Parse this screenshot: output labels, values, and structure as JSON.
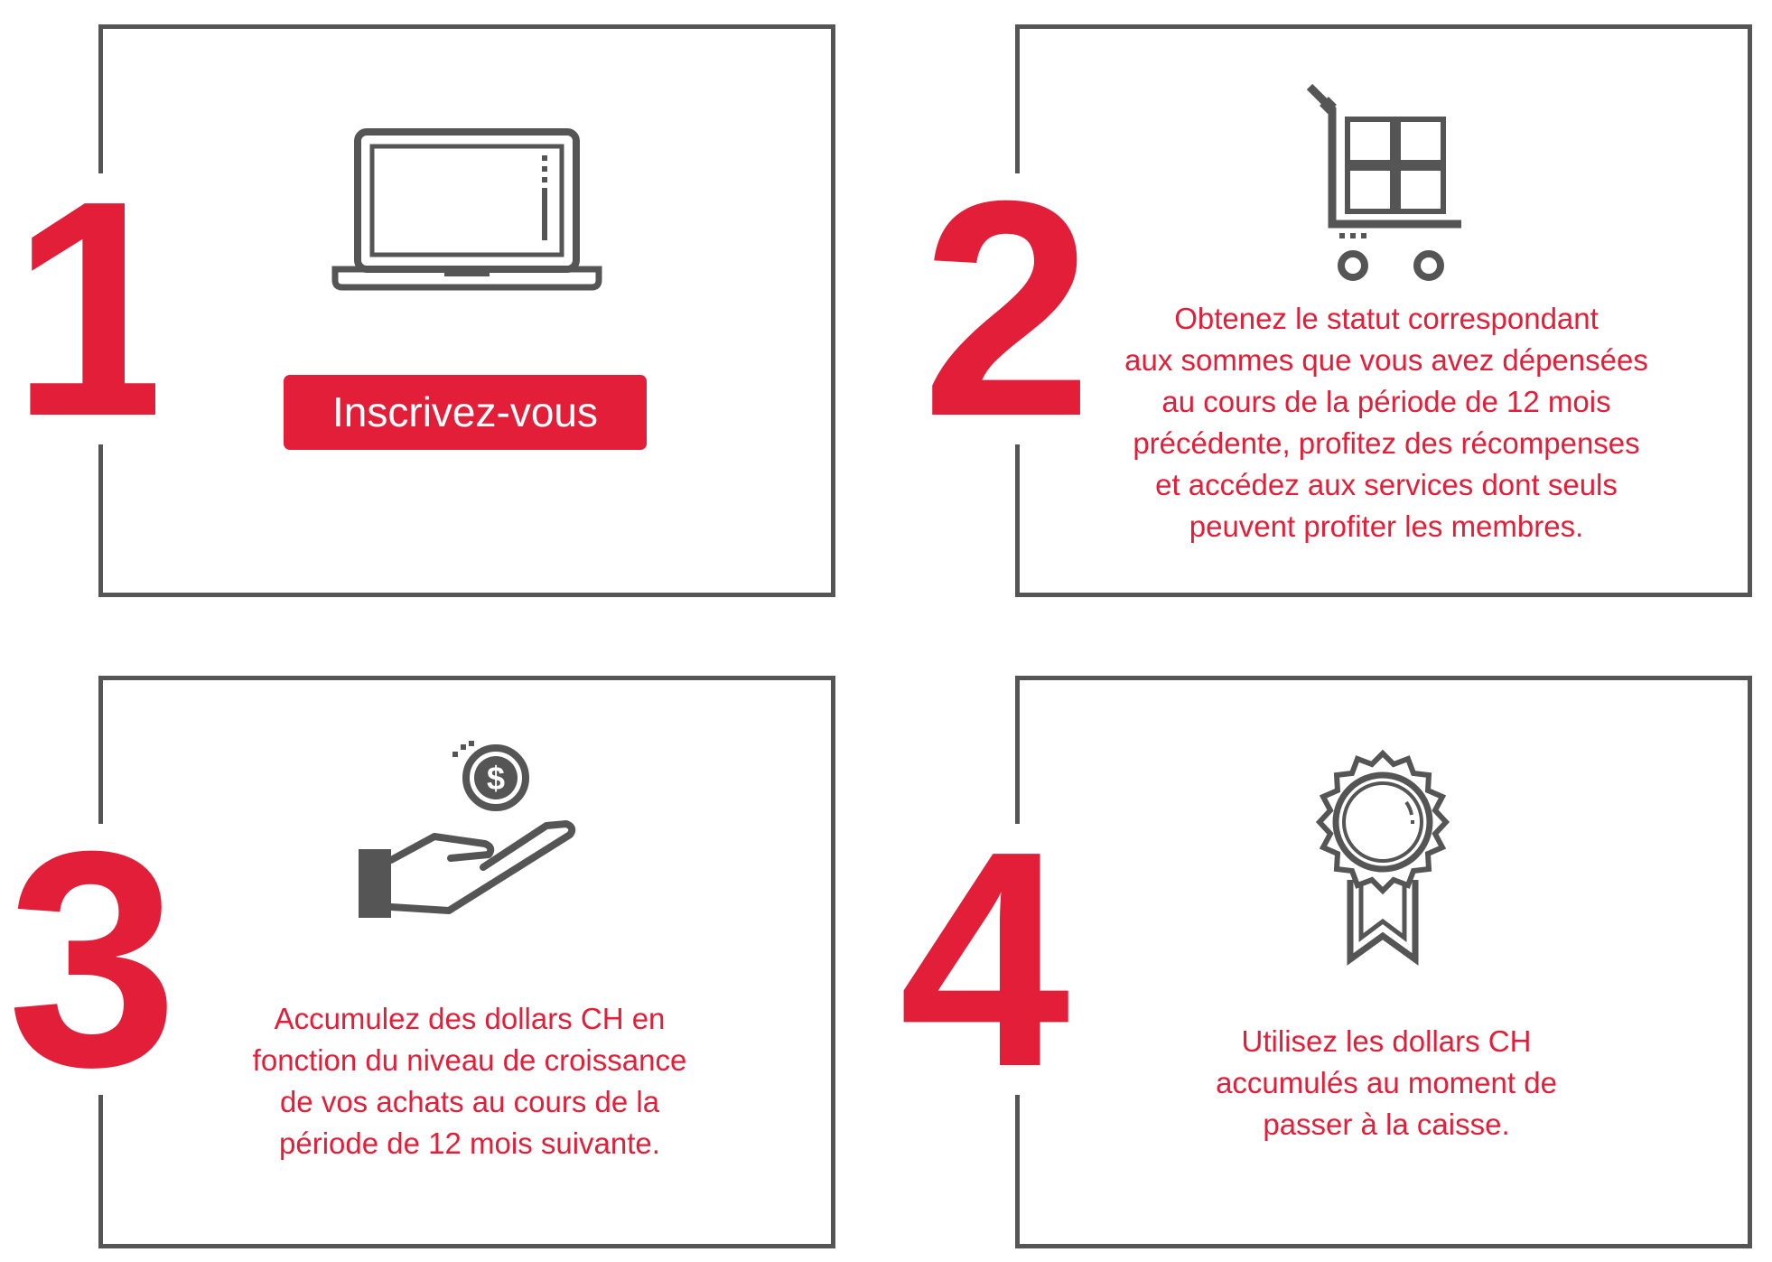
{
  "colors": {
    "accent": "#e31e38",
    "border": "#555555",
    "icon": "#555555",
    "background": "#ffffff"
  },
  "steps": [
    {
      "number": "1",
      "icon": "laptop-icon",
      "button_label": "Inscrivez-vous"
    },
    {
      "number": "2",
      "icon": "shopping-cart-icon",
      "lines": [
        "Obtenez le statut correspondant",
        "aux sommes que vous avez dépensées",
        "au cours de la période de 12 mois",
        "précédente, profitez des récompenses",
        "et accédez aux services dont seuls",
        "peuvent profiter les membres."
      ]
    },
    {
      "number": "3",
      "icon": "hand-coin-icon",
      "lines": [
        "Accumulez des dollars CH en",
        "fonction du niveau de croissance",
        "de vos achats au cours de la",
        "période de 12 mois suivante."
      ]
    },
    {
      "number": "4",
      "icon": "award-ribbon-icon",
      "lines": [
        "Utilisez les dollars CH",
        "accumulés au moment de",
        "passer à la caisse."
      ]
    }
  ]
}
